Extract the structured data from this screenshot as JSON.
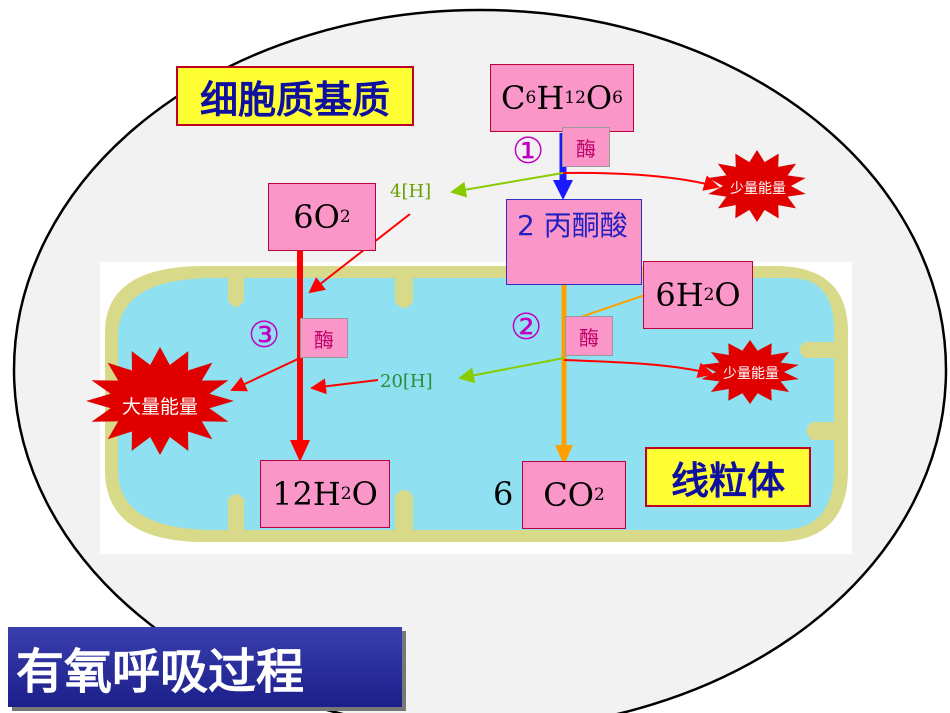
{
  "title": "有氧呼吸过程",
  "regions": {
    "cytoplasm": "细胞质基质",
    "mitochondrion": "线粒体"
  },
  "molecules": {
    "glucose": [
      "C",
      "6",
      "H",
      "12",
      "O",
      "6"
    ],
    "pyruvate": "2 丙酮酸",
    "oxygen": [
      "6O",
      "2"
    ],
    "water_in": [
      "6H",
      "2",
      "O"
    ],
    "water_out": [
      "12H",
      "2",
      "O"
    ],
    "co2_coef": "6",
    "co2": [
      "CO",
      "2"
    ]
  },
  "hydrogen": {
    "stage1": "4[H]",
    "stage2": "20[H]"
  },
  "stages": [
    "①",
    "②",
    "③"
  ],
  "enzyme": "酶",
  "energy": {
    "small": "少量能量",
    "large": "大量能量"
  },
  "colors": {
    "stage1_arrow": "#1a1aff",
    "stage2_arrow": "#ffa000",
    "stage3_arrow": "#ff0000",
    "hydrogen_arrow": "#88cc00",
    "energy_arrow": "#ff0000",
    "burst": "#e00000",
    "molecule_box": "#fb96c8",
    "region_label": "#ffff33",
    "mitochondrion_fill": "#8fe0f0",
    "mitochondrion_border": "#d9d98a"
  },
  "icons": [
    "starburst-icon",
    "arrow-icon"
  ]
}
